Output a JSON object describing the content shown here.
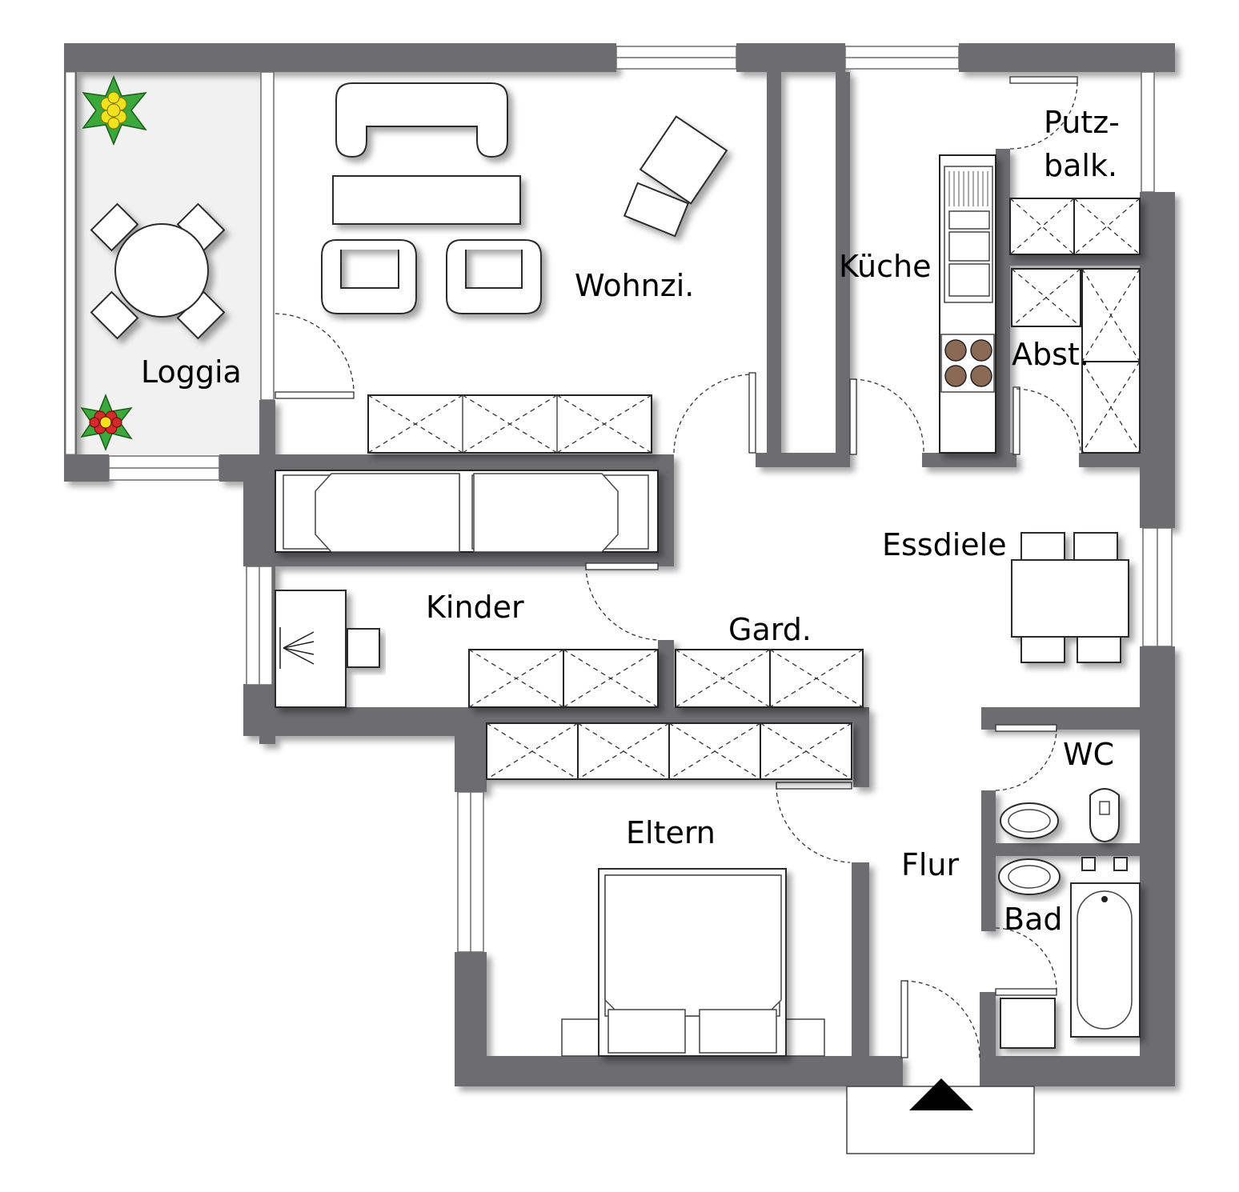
{
  "rooms": {
    "loggia": "Loggia",
    "wohnzimmer": "Wohnzi.",
    "kueche": "Küche",
    "putzbalkon_line1": "Putz-",
    "putzbalkon_line2": "balk.",
    "abstellraum": "Abst.",
    "essdiele": "Essdiele",
    "kinder": "Kinder",
    "garderobe": "Gard.",
    "wc": "WC",
    "eltern": "Eltern",
    "flur": "Flur",
    "bad": "Bad"
  },
  "colors": {
    "wall": "#6d6d6f",
    "loggia_floor": "#f1f1f1",
    "plant_yellow": "#f2e21c",
    "plant_red": "#d42a2a",
    "plant_leaf": "#3aa83a",
    "hob_plate": "#8a6a55"
  }
}
